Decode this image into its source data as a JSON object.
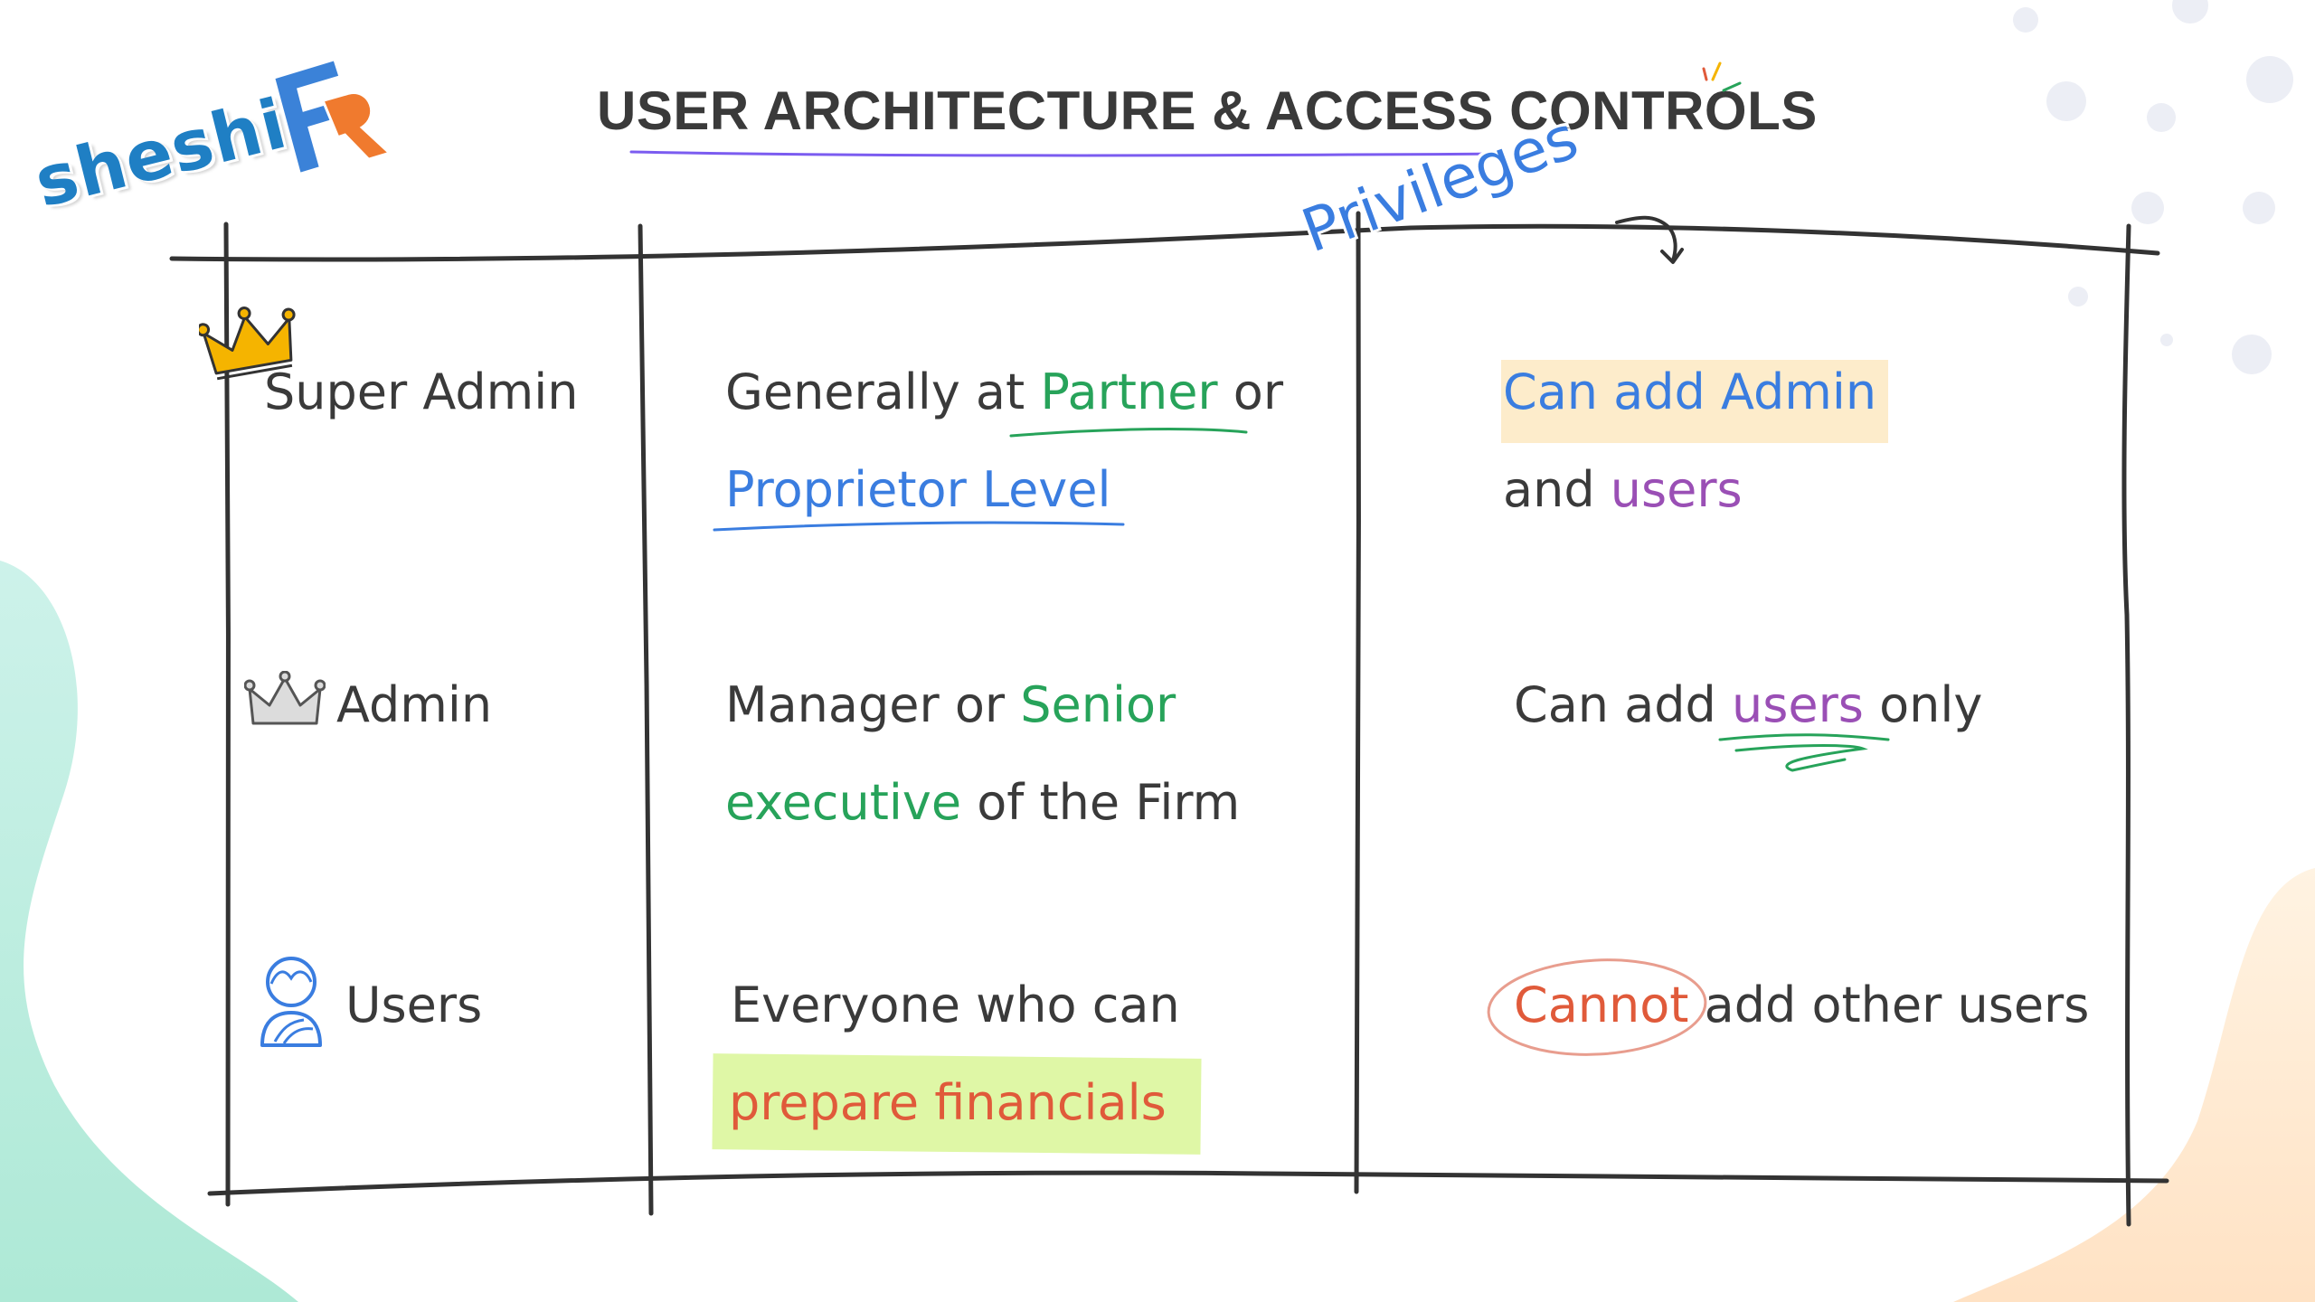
{
  "logo": {
    "text": "sheshi",
    "mark": "FR"
  },
  "title": "USER ARCHITECTURE & ACCESS CONTROLS",
  "privileges_label": "Privileges",
  "rows": [
    {
      "role": "Super Admin",
      "role_icon": "gold-crown-icon",
      "desc_line1": {
        "a": "Generally at ",
        "b": "Partner",
        "c": " or"
      },
      "desc_line2": "Proprietor Level",
      "priv_line1": "Can add Admin",
      "priv_line2": {
        "a": "and ",
        "b": "users"
      }
    },
    {
      "role": "Admin",
      "role_icon": "silver-crown-icon",
      "desc_line1": {
        "a": "Manager or ",
        "b": "Senior"
      },
      "desc_line2": {
        "a": "executive",
        "b": " of the Firm"
      },
      "priv_line1": {
        "a": "Can add ",
        "b": "users",
        "c": " only"
      }
    },
    {
      "role": "Users",
      "role_icon": "user-icon",
      "desc_line1": "Everyone who can",
      "desc_line2": "prepare financials",
      "priv_line1": {
        "a": "Cannot",
        "b": " add other users"
      }
    }
  ],
  "colors": {
    "green": "#27a35a",
    "blue": "#3a7de0",
    "purple": "#9a4fb5",
    "red": "#e05a3a",
    "gold": "#f5b400",
    "peach_highlight": "#fdeccb",
    "lime_highlight": "#dff7a6"
  }
}
